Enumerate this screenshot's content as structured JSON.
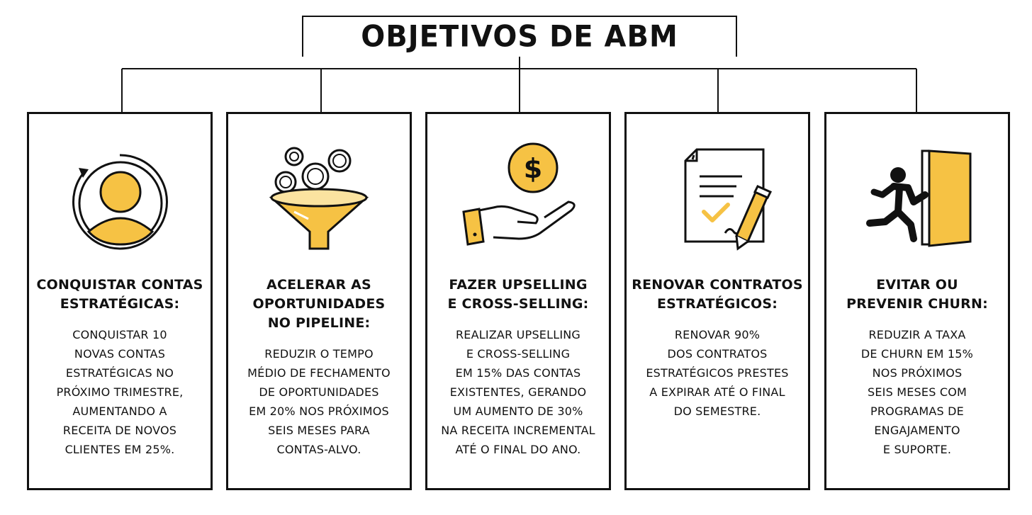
{
  "title": "OBJETIVOS DE ABM",
  "colors": {
    "accent": "#F6C244",
    "ink": "#111111",
    "paper": "#FFFFFF"
  },
  "cards": [
    {
      "icon": "user-cycle-icon",
      "heading": [
        "CONQUISTAR CONTAS",
        "ESTRATÉGICAS:"
      ],
      "body": [
        "CONQUISTAR 10",
        "NOVAS CONTAS",
        "ESTRATÉGICAS NO",
        "PRÓXIMO TRIMESTRE,",
        "AUMENTANDO A",
        "RECEITA DE NOVOS",
        "CLIENTES EM 25%."
      ]
    },
    {
      "icon": "funnel-coins-icon",
      "heading": [
        "ACELERAR AS",
        "OPORTUNIDADES",
        "NO PIPELINE:"
      ],
      "body": [
        "REDUZIR O TEMPO",
        "MÉDIO DE FECHAMENTO",
        "DE OPORTUNIDADES",
        "EM 20% NOS PRÓXIMOS",
        "SEIS MESES PARA",
        "CONTAS-ALVO."
      ]
    },
    {
      "icon": "hand-dollar-coin-icon",
      "heading": [
        "FAZER UPSELLING",
        "E CROSS-SELLING:"
      ],
      "body": [
        "REALIZAR UPSELLING",
        "E CROSS-SELLING",
        "EM 15% DAS CONTAS",
        "EXISTENTES, GERANDO",
        "UM AUMENTO DE 30%",
        "NA RECEITA INCREMENTAL",
        "ATÉ O FINAL DO ANO."
      ]
    },
    {
      "icon": "contract-pen-icon",
      "heading": [
        "RENOVAR CONTRATOS",
        "ESTRATÉGICOS:"
      ],
      "body": [
        "RENOVAR 90%",
        "DOS CONTRATOS",
        "ESTRATÉGICOS PRESTES",
        "A EXPIRAR ATÉ O FINAL",
        "DO SEMESTRE."
      ]
    },
    {
      "icon": "person-exit-door-icon",
      "heading": [
        "EVITAR OU",
        "PREVENIR CHURN:"
      ],
      "body": [
        "REDUZIR A TAXA",
        "DE CHURN EM 15%",
        "NOS PRÓXIMOS",
        "SEIS MESES COM",
        "PROGRAMAS DE",
        "ENGAJAMENTO",
        "E SUPORTE."
      ]
    }
  ]
}
